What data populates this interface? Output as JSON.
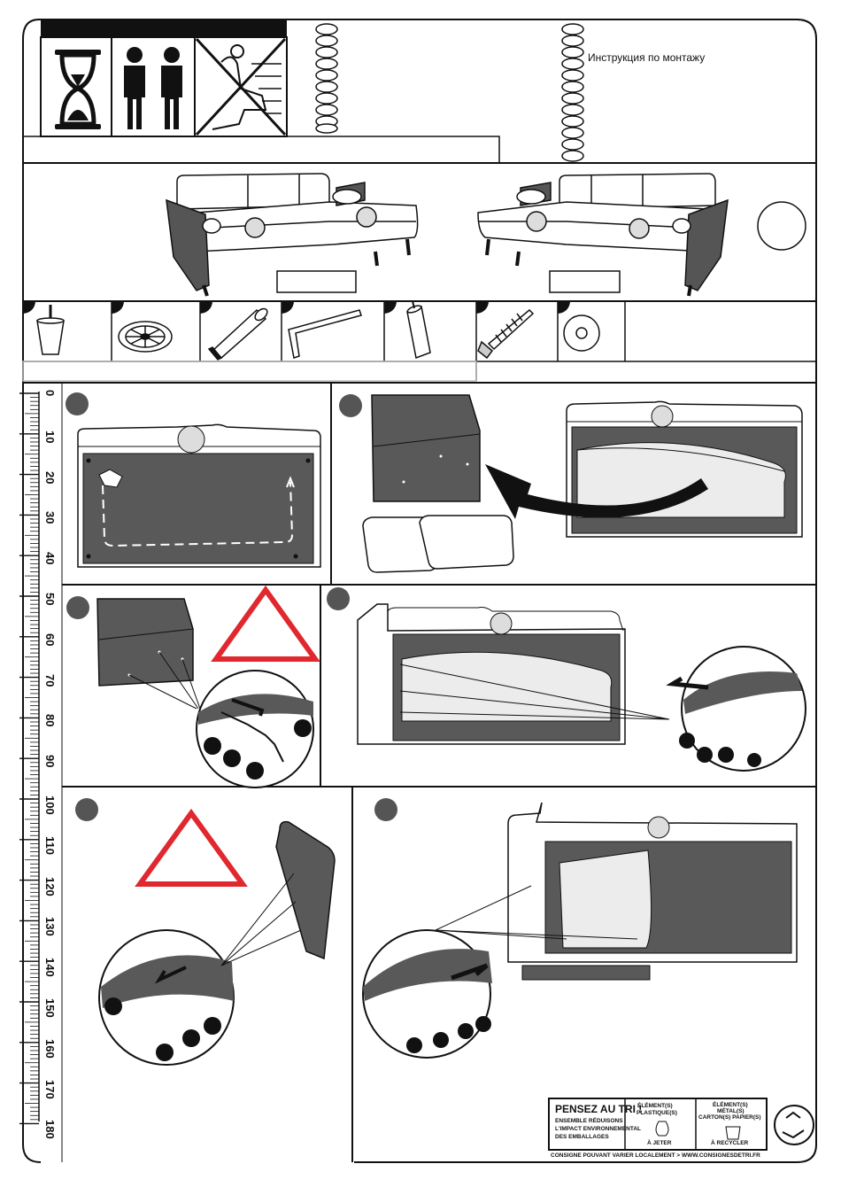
{
  "document": {
    "language_label": "Инструкция по монтажу"
  },
  "ruler": {
    "ticks": [
      "0",
      "10",
      "20",
      "30",
      "40",
      "50",
      "60",
      "70",
      "80",
      "90",
      "100",
      "110",
      "120",
      "130",
      "140",
      "150",
      "160",
      "170",
      "180"
    ]
  },
  "recycling": {
    "headline": "PENSEZ AU TRI !",
    "subline_1": "ENSEMBLE RÉDUISONS",
    "subline_2": "L'IMPACT ENVIRONNEMENTAL",
    "subline_3": "DES EMBALLAGES",
    "col1_title_1": "ÉLÉMENT(S)",
    "col1_title_2": "PLASTIQUE(S)",
    "col1_action": "À JETER",
    "col2_title_1": "ÉLÉMENT(S)",
    "col2_title_2": "MÉTAL(S)",
    "col2_title_3": "CARTON(S) PAPIER(S)",
    "col2_action": "À RECYCLER",
    "footer": "CONSIGNE POUVANT VARIER LOCALEMENT > WWW.CONSIGNESDETRI.FR"
  },
  "colors": {
    "ink": "#111111",
    "panel_gray": "#5a5a5a",
    "warning_red": "#e0282e",
    "light_gray": "#e6e6e6"
  }
}
